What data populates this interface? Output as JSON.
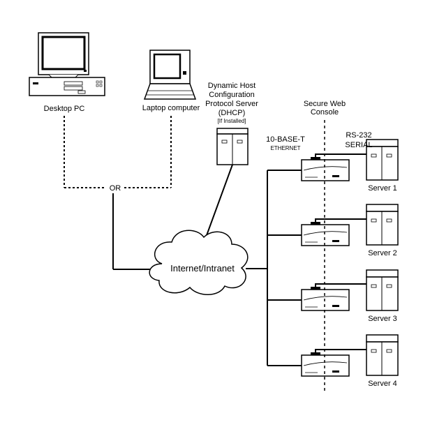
{
  "devices": {
    "desktop_label": "Desktop PC",
    "laptop_label": "Laptop computer",
    "dhcp_label_lines": [
      "Dynamic Host",
      "Configuration",
      "Protocol Server",
      "(DHCP)"
    ],
    "dhcp_note": "[If Installed]",
    "console_label_lines": [
      "Secure Web",
      "Console"
    ]
  },
  "connections": {
    "or_label": "OR",
    "ethernet_label_lines": [
      "10-BASE-T",
      "ETHERNET"
    ],
    "serial_label_lines": [
      "RS-232",
      "SERIAL"
    ]
  },
  "network": {
    "cloud_label": "Internet/Intranet"
  },
  "servers": [
    {
      "label": "Server 1"
    },
    {
      "label": "Server 2"
    },
    {
      "label": "Server 3"
    },
    {
      "label": "Server 4"
    }
  ]
}
